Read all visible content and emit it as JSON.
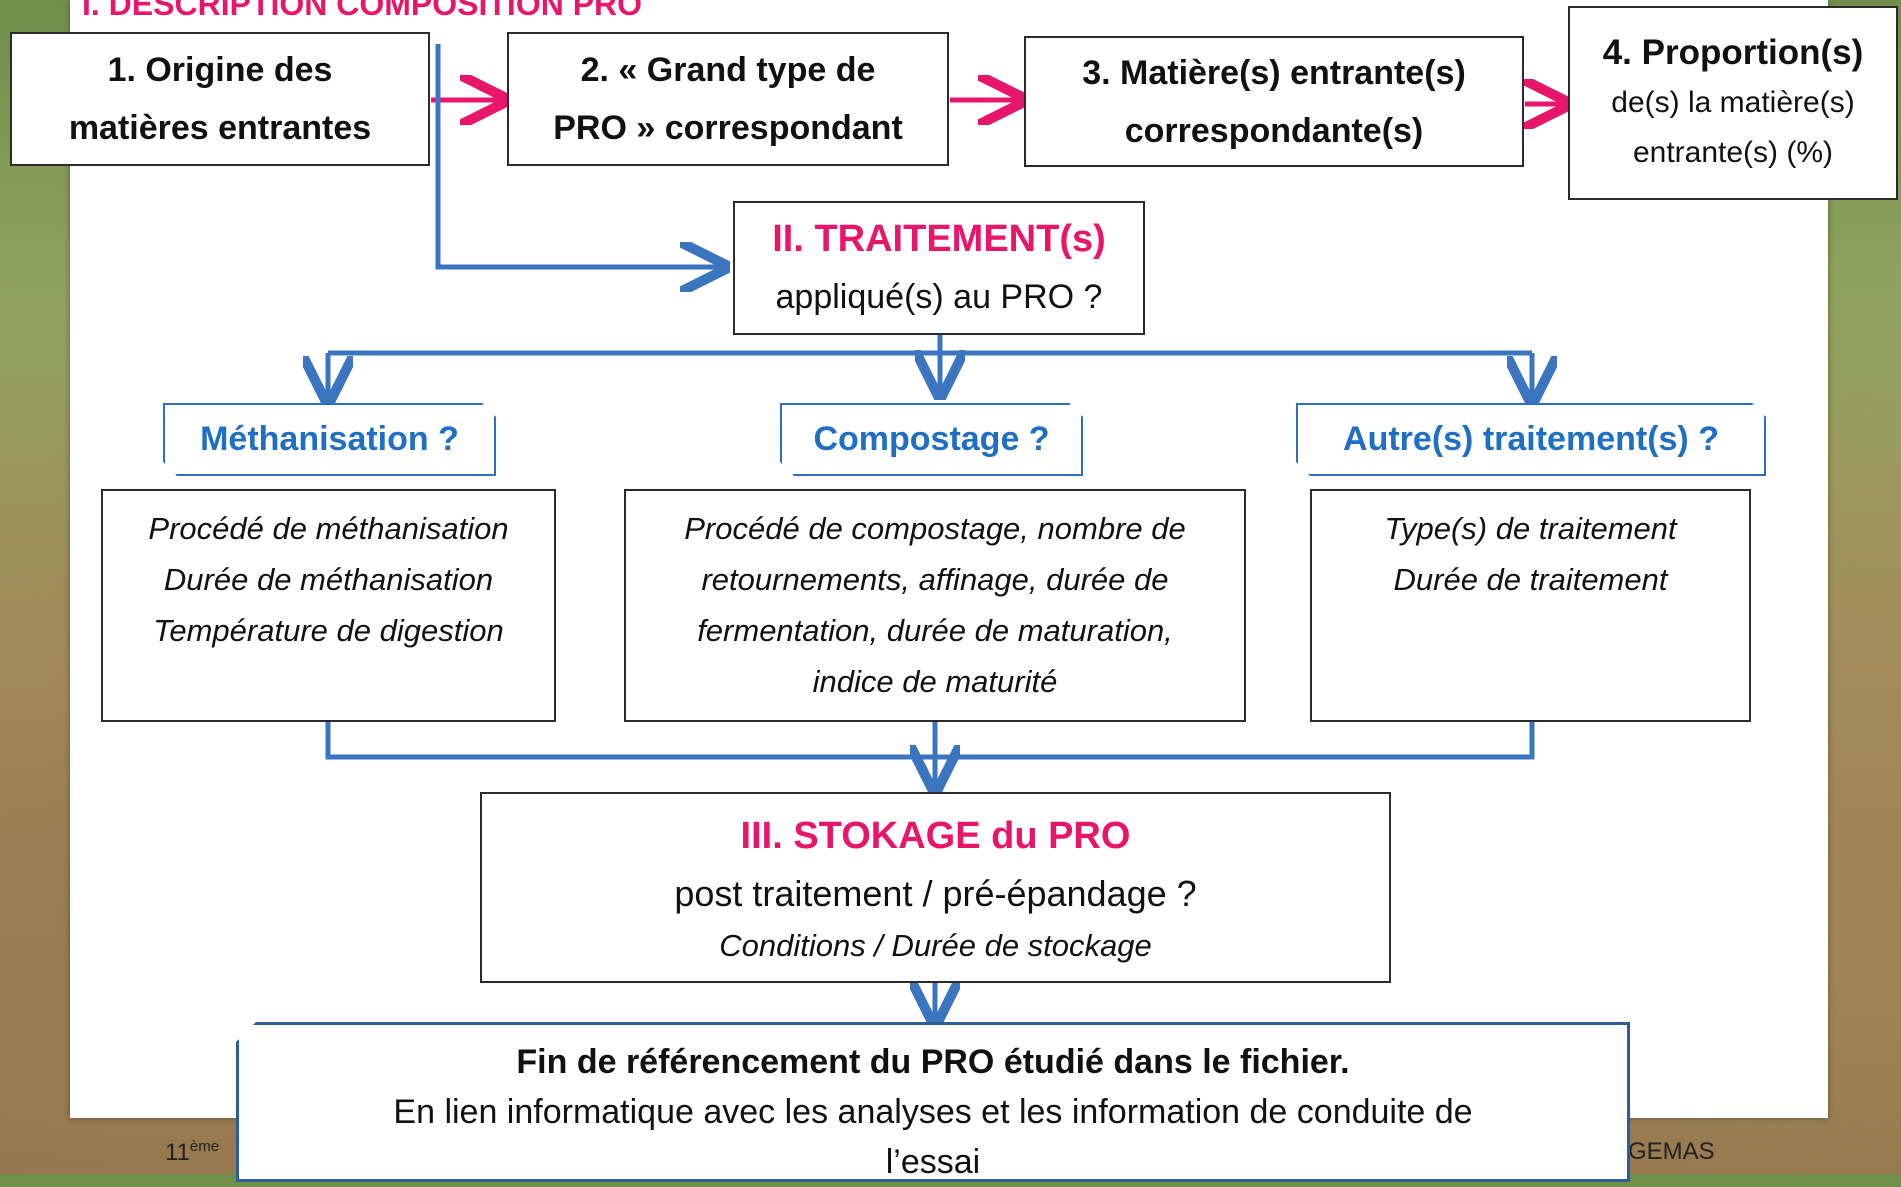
{
  "section1": {
    "title": "I. DESCRIPTION COMPOSITION PRO"
  },
  "step1": {
    "line1": "1. Origine des",
    "line2": "matières entrantes"
  },
  "step2": {
    "line1": "2. « Grand type de",
    "line2_a": "PRO",
    "line2_b": "»  correspondant"
  },
  "step3": {
    "line1": "3. Matière(s) entrante(s)",
    "line2": "correspondante(s)"
  },
  "step4": {
    "line1": "4. Proportion(s)",
    "line2": "de(s) la matière(s)",
    "line3": "entrante(s) (%)"
  },
  "traitement": {
    "title": "II. TRAITEMENT(s)",
    "subtitle": "appliqué(s) au PRO ?"
  },
  "tabs": {
    "methanisation": "Méthanisation ?",
    "compostage": "Compostage ?",
    "autre": "Autre(s) traitement(s) ?"
  },
  "details": {
    "methanisation": [
      "Procédé de méthanisation",
      "Durée de méthanisation",
      "Température de digestion"
    ],
    "compostage": [
      "Procédé de compostage, nombre de",
      "retournements, affinage, durée de",
      "fermentation, durée de maturation,",
      "indice de maturité"
    ],
    "autre": [
      "Type(s) de traitement",
      "Durée de traitement"
    ]
  },
  "stokage": {
    "title": "III. STOKAGE du PRO",
    "subtitle": "post traitement / pré-épandage ?",
    "detail": "Conditions / Durée de stockage"
  },
  "fin": {
    "line1": "Fin de référencement du PRO étudié dans le fichier.",
    "line2": "En lien informatique avec les analyses et les information de conduite de",
    "line3": "l’essai"
  },
  "footer": {
    "left_a": "11",
    "left_sup": "ème",
    "right": "GEMAS"
  },
  "colors": {
    "pink": "#e8166b",
    "blue": "#2f6fbf"
  }
}
